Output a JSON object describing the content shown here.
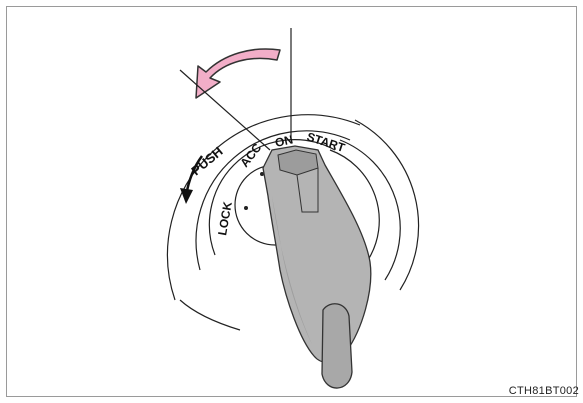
{
  "ignition": {
    "positions": [
      "LOCK",
      "ACC",
      "ON",
      "START"
    ],
    "push_label": "PUSH"
  },
  "figure_code": "CTH81BT002",
  "colors": {
    "arrow_fill": "#f2aec8",
    "arrow_stroke": "#333333",
    "key_fill": "#b4b4b4",
    "key_shade": "#8c8c8c",
    "frame": "#9a9a9a"
  }
}
